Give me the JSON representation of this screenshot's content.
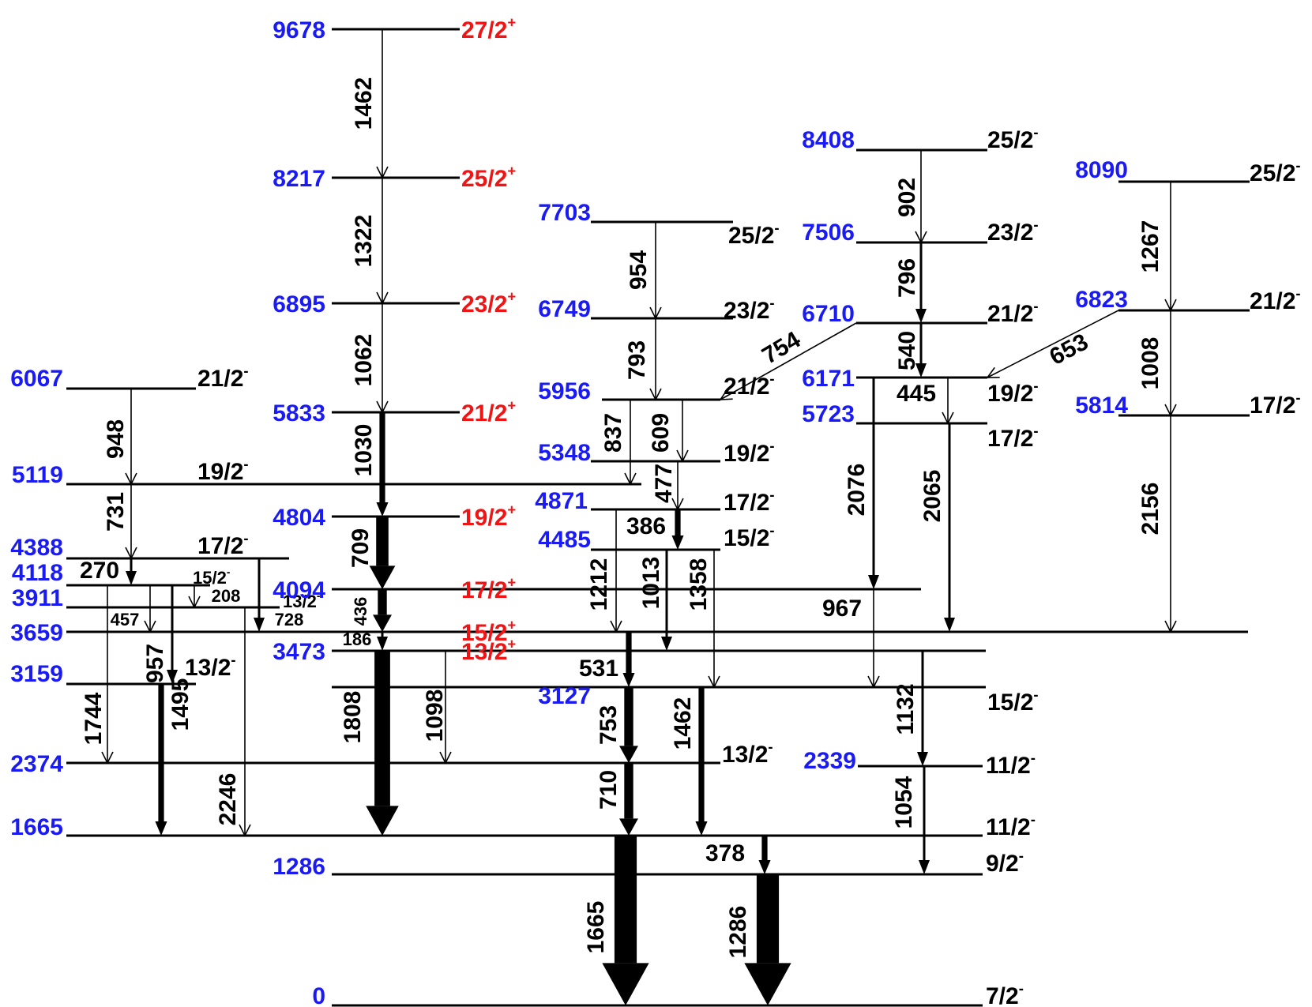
{
  "colors": {
    "energy": "#1a1af5",
    "positive_parity": "#f01414",
    "negative_parity": "#000000",
    "line": "#000000"
  },
  "levels": [
    {
      "id": "L0",
      "energy": "0",
      "spin": "7/2",
      "parity": "-"
    },
    {
      "id": "L1286",
      "energy": "1286",
      "spin": "9/2",
      "parity": "-"
    },
    {
      "id": "L1665",
      "energy": "1665",
      "spin": "11/2",
      "parity": "-"
    },
    {
      "id": "L2339",
      "energy": "2339",
      "spin": "11/2",
      "parity": "-"
    },
    {
      "id": "L2374",
      "energy": "2374",
      "spin": "13/2",
      "parity": "-"
    },
    {
      "id": "L3127",
      "energy": "3127",
      "spin": "15/2",
      "parity": "-"
    },
    {
      "id": "L3159",
      "energy": "3159",
      "spin": "13/2",
      "parity": "-"
    },
    {
      "id": "L3473",
      "energy": "3473",
      "spin": "13/2",
      "parity": "+"
    },
    {
      "id": "L3659",
      "energy": "3659",
      "spin": "15/2",
      "parity": "+"
    },
    {
      "id": "L3911",
      "energy": "3911",
      "spin": "13/2",
      "parity": "-"
    },
    {
      "id": "L4094",
      "energy": "4094",
      "spin": "17/2",
      "parity": "+"
    },
    {
      "id": "L4118",
      "energy": "4118",
      "spin": "15/2",
      "parity": "-"
    },
    {
      "id": "L4388",
      "energy": "4388",
      "spin": "17/2",
      "parity": "-"
    },
    {
      "id": "L4485",
      "energy": "4485",
      "spin": "15/2",
      "parity": "-"
    },
    {
      "id": "L4804",
      "energy": "4804",
      "spin": "19/2",
      "parity": "+"
    },
    {
      "id": "L4871",
      "energy": "4871",
      "spin": "17/2",
      "parity": "-"
    },
    {
      "id": "L5119",
      "energy": "5119",
      "spin": "19/2",
      "parity": "-"
    },
    {
      "id": "L5348",
      "energy": "5348",
      "spin": "19/2",
      "parity": "-"
    },
    {
      "id": "L5723",
      "energy": "5723",
      "spin": "17/2",
      "parity": "-"
    },
    {
      "id": "L5814",
      "energy": "5814",
      "spin": "17/2",
      "parity": "-"
    },
    {
      "id": "L5833",
      "energy": "5833",
      "spin": "21/2",
      "parity": "+"
    },
    {
      "id": "L5956",
      "energy": "5956",
      "spin": "21/2",
      "parity": "-"
    },
    {
      "id": "L6067",
      "energy": "6067",
      "spin": "21/2",
      "parity": "-"
    },
    {
      "id": "L6171",
      "energy": "6171",
      "spin": "19/2",
      "parity": "-"
    },
    {
      "id": "L6710",
      "energy": "6710",
      "spin": "21/2",
      "parity": "-"
    },
    {
      "id": "L6749",
      "energy": "6749",
      "spin": "23/2",
      "parity": "-"
    },
    {
      "id": "L6823",
      "energy": "6823",
      "spin": "21/2",
      "parity": "-"
    },
    {
      "id": "L6895",
      "energy": "6895",
      "spin": "23/2",
      "parity": "+"
    },
    {
      "id": "L7506",
      "energy": "7506",
      "spin": "23/2",
      "parity": "-"
    },
    {
      "id": "L7703",
      "energy": "7703",
      "spin": "25/2",
      "parity": "-"
    },
    {
      "id": "L8090",
      "energy": "8090",
      "spin": "25/2",
      "parity": "-"
    },
    {
      "id": "L8217",
      "energy": "8217",
      "spin": "25/2",
      "parity": "+"
    },
    {
      "id": "L8408",
      "energy": "8408",
      "spin": "25/2",
      "parity": "-"
    },
    {
      "id": "L9678",
      "energy": "9678",
      "spin": "27/2",
      "parity": "+"
    }
  ],
  "transitions": [
    {
      "energy": "1462",
      "from": "L9678",
      "to": "L8217",
      "intensity": 1
    },
    {
      "energy": "1322",
      "from": "L8217",
      "to": "L6895",
      "intensity": 1
    },
    {
      "energy": "1062",
      "from": "L6895",
      "to": "L5833",
      "intensity": 1
    },
    {
      "energy": "1030",
      "from": "L5833",
      "to": "L4804",
      "intensity": 3
    },
    {
      "energy": "709",
      "from": "L4804",
      "to": "L4094",
      "intensity": 5
    },
    {
      "energy": "436",
      "from": "L4094",
      "to": "L3659",
      "intensity": 4
    },
    {
      "energy": "186",
      "from": "L3659",
      "to": "L3473",
      "intensity": 2
    },
    {
      "energy": "1808",
      "from": "L3473",
      "to": "L1665",
      "intensity": 6
    },
    {
      "energy": "1098",
      "from": "L3473",
      "to": "L2374",
      "intensity": 1
    },
    {
      "energy": "954",
      "from": "L7703",
      "to": "L6749",
      "intensity": 1
    },
    {
      "energy": "793",
      "from": "L6749",
      "to": "L5956",
      "intensity": 1
    },
    {
      "energy": "837",
      "from": "L5956",
      "to": "L5119",
      "intensity": 1
    },
    {
      "energy": "609",
      "from": "L5956",
      "to": "L5348",
      "intensity": 1
    },
    {
      "energy": "477",
      "from": "L5348",
      "to": "L4871",
      "intensity": 1
    },
    {
      "energy": "386",
      "from": "L4871",
      "to": "L4485",
      "intensity": 3
    },
    {
      "energy": "1212",
      "from": "L4871",
      "to": "L3659",
      "intensity": 1
    },
    {
      "energy": "1013",
      "from": "L4485",
      "to": "L3473",
      "intensity": 2
    },
    {
      "energy": "1358",
      "from": "L4485",
      "to": "L3127",
      "intensity": 1
    },
    {
      "energy": "531",
      "from": "L3659",
      "to": "L3127",
      "intensity": 3
    },
    {
      "energy": "753",
      "from": "L3127",
      "to": "L2374",
      "intensity": 4
    },
    {
      "energy": "710",
      "from": "L2374",
      "to": "L1665",
      "intensity": 4
    },
    {
      "energy": "1462",
      "from": "L3127",
      "to": "L1665",
      "intensity": 3
    },
    {
      "energy": "1665",
      "from": "L1665",
      "to": "L0",
      "intensity": 8
    },
    {
      "energy": "378",
      "from": "L1665",
      "to": "L1286",
      "intensity": 3
    },
    {
      "energy": "1286",
      "from": "L1286",
      "to": "L0",
      "intensity": 8
    },
    {
      "energy": "902",
      "from": "L8408",
      "to": "L7506",
      "intensity": 1
    },
    {
      "energy": "796",
      "from": "L7506",
      "to": "L6710",
      "intensity": 2
    },
    {
      "energy": "540",
      "from": "L6710",
      "to": "L6171",
      "intensity": 2
    },
    {
      "energy": "754",
      "from": "L6710",
      "to": "L5956",
      "intensity": 1
    },
    {
      "energy": "445",
      "from": "L6171",
      "to": "L5723",
      "intensity": 1
    },
    {
      "energy": "2076",
      "from": "L6171",
      "to": "L4094",
      "intensity": 2
    },
    {
      "energy": "967",
      "from": "L4094",
      "to": "L3127",
      "intensity": 1
    },
    {
      "energy": "2065",
      "from": "L5723",
      "to": "L3659",
      "intensity": 2
    },
    {
      "energy": "1132",
      "from": "L3473",
      "to": "L2339",
      "intensity": 2
    },
    {
      "energy": "1054",
      "from": "L2339",
      "to": "L1286",
      "intensity": 2
    },
    {
      "energy": "1267",
      "from": "L8090",
      "to": "L6823",
      "intensity": 1
    },
    {
      "energy": "653",
      "from": "L6823",
      "to": "L6171",
      "intensity": 1
    },
    {
      "energy": "1008",
      "from": "L6823",
      "to": "L5814",
      "intensity": 1
    },
    {
      "energy": "2156",
      "from": "L5814",
      "to": "L3659",
      "intensity": 1
    },
    {
      "energy": "948",
      "from": "L6067",
      "to": "L5119",
      "intensity": 1
    },
    {
      "energy": "731",
      "from": "L5119",
      "to": "L4388",
      "intensity": 1
    },
    {
      "energy": "270",
      "from": "L4388",
      "to": "L4118",
      "intensity": 2
    },
    {
      "energy": "208",
      "from": "L4118",
      "to": "L3911",
      "intensity": 1
    },
    {
      "energy": "728",
      "from": "L4388",
      "to": "L3659",
      "intensity": 2
    },
    {
      "energy": "457",
      "from": "L4118",
      "to": "L3659",
      "intensity": 1
    },
    {
      "energy": "957",
      "from": "L4118",
      "to": "L3159",
      "intensity": 2
    },
    {
      "energy": "1744",
      "from": "L4118",
      "to": "L2374",
      "intensity": 1
    },
    {
      "energy": "1495",
      "from": "L3159",
      "to": "L1665",
      "intensity": 3
    },
    {
      "energy": "2246",
      "from": "L3911",
      "to": "L1665",
      "intensity": 1
    }
  ]
}
